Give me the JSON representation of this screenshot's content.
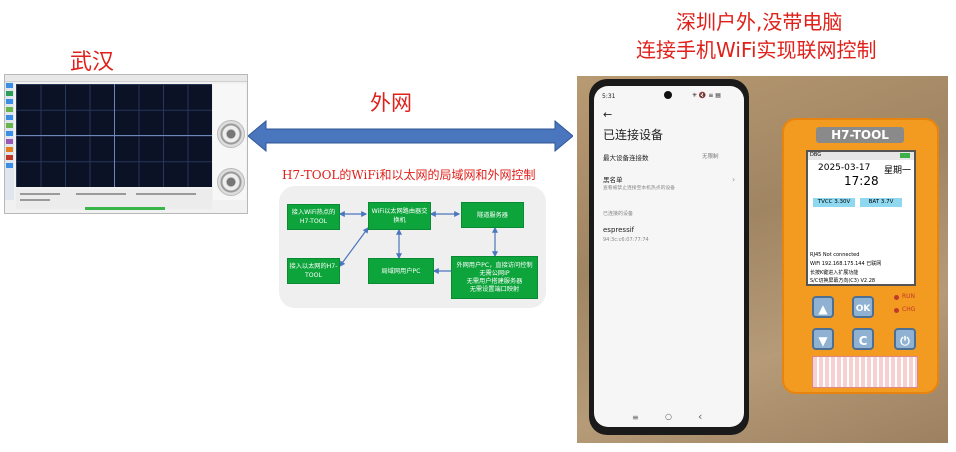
{
  "labels": {
    "wuhan": "武汉",
    "wan": "外网",
    "shenzhen_line1": "深圳户外,没带电脑",
    "shenzhen_line2": "连接手机WiFi实现联网控制"
  },
  "colors": {
    "label_red": "#e0201a",
    "arrow_blue": "#4a76bd",
    "box_green": "#0ea43c",
    "device_orange": "#f39a20"
  },
  "diagram": {
    "title": "H7-TOOL的WiFi和以太网的局域网和外网控制",
    "boxes": {
      "wifi_hotspot": "接入WiFi热点的H7-TOOL",
      "router": "WiFi以太网路由器交换机",
      "relay": "隧道服务器",
      "ethernet_device": "接入以太网的H7-TOOL",
      "lan_pc": "局域网用户PC",
      "wan_pc": "外网用户PC，直接访问控制\n无需公网IP\n无需用户搭建服务器\n无需设置端口映射"
    }
  },
  "phone": {
    "status_time": "5:31",
    "status_right": "✳ 🔇 ≡ ▤",
    "back_icon": "←",
    "page_title": "已连接设备",
    "max_devices_label": "最大设备连接数",
    "max_devices_value": "无限制",
    "blacklist_label": "黑名单",
    "blacklist_desc": "查看被禁止连接至本机热点的设备",
    "connected_section": "已连接的设备",
    "device_name": "espressif",
    "device_mac": "94:3c:c6:07:77:74",
    "nav_menu": "≡",
    "nav_home": "○",
    "nav_back": "‹"
  },
  "device": {
    "brand": "H7-TOOL",
    "lcd": {
      "top_bar": "DBG",
      "date": "2025-03-17",
      "weekday": "星期一",
      "time": "17:28",
      "tvcc": "TVCC 3.30V",
      "bat": "BAT 3.7V",
      "rj45": "RJ45 Not connected",
      "wifi": "WiFi 192.168.175.144 已联网",
      "hint1": "长按K键进入扩展功能",
      "hint2": "S/C切换屏幕方向(C3)   V2.28"
    },
    "buttons": {
      "up": "▲",
      "ok": "OK",
      "down": "▼",
      "c": "C",
      "power": "⏻"
    },
    "leds": {
      "run": "RUN",
      "chg": "CHG"
    }
  }
}
